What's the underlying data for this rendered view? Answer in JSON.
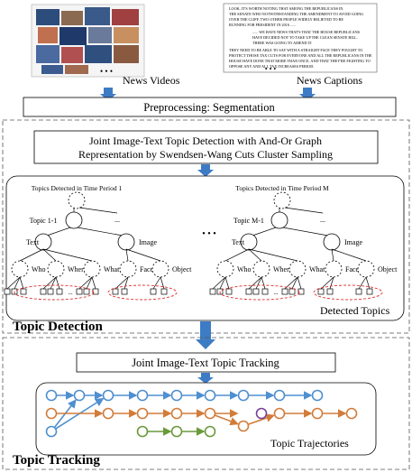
{
  "inputs": {
    "videos_label": "News Videos",
    "captions_label": "News Captions",
    "captions_text": [
      "LOOK, IT'S WORTH NOTING THAT AMONG THE REPUBLICANS IN",
      "THE SENATE WHO NOTWITHSTANDING THE AMENDMENT TO AVOID GOING",
      "OVER THE CLIFF, TWO OTHER PEOPLE WIDELY BELIEVED TO BE",
      "RUNNING FOR PRESIDENT IN 2016 ......",
      "...... WE HAVE NEWS THAT'S THAT THE HOUSE REPUBLICANS",
      "HAVE DECIDED NOT TO TAKE UP THE CLEAN SENATE BILL.",
      "THERE WAS GOING TO AMEND IT.",
      "THEY NEED TO BE ABLE TO SAY WITH A STRAIGHT FACE THEY FOUGHT TO",
      "PROTECT THOSE TAX CUTS FOR EVERYONE AND ALL THE REPUBLICANS IN THE",
      "HOUSE HAVE DONE THAT MORE THAN ONCE. AND THAT THEY'RE FIGHTING TO",
      "OPPOSE ANY AND ALL TAX INCREASES PERIOD."
    ],
    "ellipsis": "• • •"
  },
  "preprocessing_label": "Preprocessing: Segmentation",
  "detection": {
    "box_line1": "Joint Image-Text Topic Detection with And-Or Graph",
    "box_line2": "Representation by Swendsen-Wang Cuts Cluster Sampling",
    "period_1_label": "Topics Detected in Time Period 1",
    "period_m_label": "Topics Detected in Time Period M",
    "topic_1_label": "Topic 1-1",
    "topic_m_label": "Topic M-1",
    "child_ellipsis": "...",
    "between_ellipsis": "• • •",
    "text_label": "Text",
    "image_label": "Image",
    "who_label": "Who",
    "where_label": "Where",
    "what_label": "What",
    "face_label": "Face",
    "object_label": "Object",
    "leaf_ellipsis": "...",
    "detected_label": "Detected Topics",
    "section_title": "Topic Detection"
  },
  "tracking": {
    "box_label": "Joint Image-Text Topic Tracking",
    "trajectories_label": "Topic Trajectories",
    "section_title": "Topic Tracking",
    "colors": {
      "blue": "#4f8fd0",
      "orange": "#d27c3a",
      "green": "#6a9a3a",
      "purple": "#7a3f9a"
    }
  },
  "colors": {
    "arrow": "#3d7cc4",
    "ellipse": "#e03030",
    "dashed_border": "#555555"
  }
}
